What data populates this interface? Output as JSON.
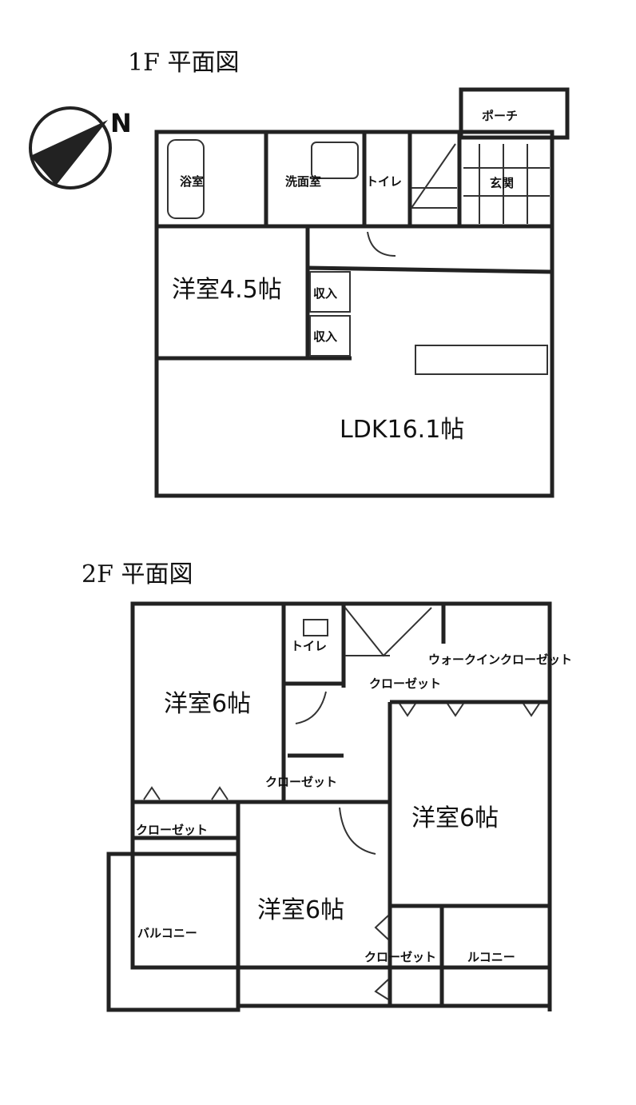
{
  "floor1": {
    "title": "1F 平面図",
    "compass": "N",
    "rooms": {
      "bath": "浴室",
      "washroom": "洗面室",
      "toilet": "トイレ",
      "entrance": "玄関",
      "porch": "ポーチ",
      "western_room": "洋室4.5帖",
      "storage1": "収入",
      "storage2": "収入",
      "ldk": "LDK16.1帖"
    }
  },
  "floor2": {
    "title": "2F 平面図",
    "rooms": {
      "toilet": "トイレ",
      "walk_in_closet": "ウォークインクローゼット",
      "closet_hall": "クローゼット",
      "western_room_nw": "洋室6帖",
      "closet_center": "クローゼット",
      "closet_west": "クローゼット",
      "western_room_east": "洋室6帖",
      "western_room_south": "洋室6帖",
      "balcony_west": "バルコニー",
      "closet_south": "クローゼット",
      "balcony_east": "ルコニー"
    }
  }
}
